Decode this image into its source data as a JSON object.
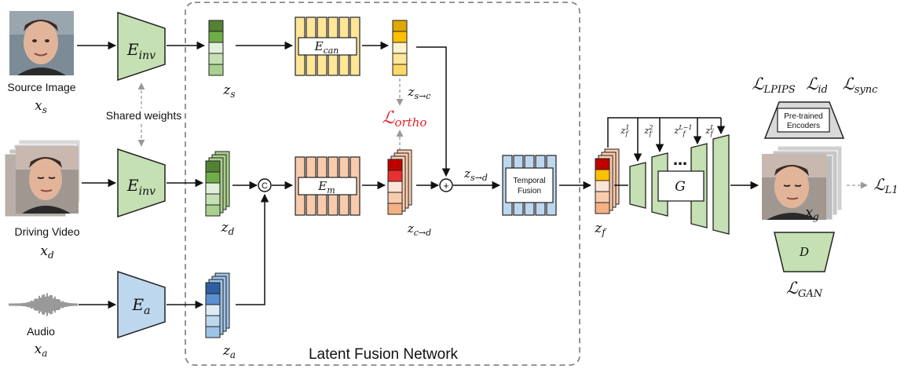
{
  "title": "Latent Fusion Network",
  "inputs": {
    "source": {
      "label": "Source Image",
      "var": "x",
      "sub": "s"
    },
    "driving": {
      "label": "Driving Video",
      "var": "x",
      "sub": "d"
    },
    "audio": {
      "label": "Audio",
      "var": "x",
      "sub": "a"
    }
  },
  "shared_weights": "Shared weights",
  "encoders": {
    "inv_top": {
      "main": "E",
      "sub": "inv"
    },
    "inv_mid": {
      "main": "E",
      "sub": "inv"
    },
    "audio": {
      "main": "E",
      "sub": "a"
    }
  },
  "latents": {
    "zs": {
      "main": "z",
      "sub": "s"
    },
    "zd": {
      "main": "z",
      "sub": "d"
    },
    "za": {
      "main": "z",
      "sub": "a"
    },
    "zsc": {
      "main": "z",
      "sub": "s→c"
    },
    "zcd": {
      "main": "z",
      "sub": "c→d"
    },
    "zsd": {
      "main": "z",
      "sub": "s→d"
    },
    "zf": {
      "main": "z",
      "sub": "f"
    }
  },
  "modules": {
    "ecan": {
      "main": "E",
      "sub": "can"
    },
    "em": {
      "main": "E",
      "sub": "m"
    },
    "temporal_line1": "Temporal",
    "temporal_line2": "Fusion",
    "generator": "G",
    "dots": "…",
    "discriminator": "D",
    "pretrained_line1": "Pre-trained",
    "pretrained_line2": "Encoders"
  },
  "ops": {
    "concat": "C",
    "add": "+"
  },
  "losses": {
    "ortho": {
      "main": "ℒ",
      "sub": "ortho",
      "color": "#e8202a"
    },
    "lpips": {
      "main": "ℒ",
      "sub": "LPIPS"
    },
    "id": {
      "main": "ℒ",
      "sub": "id"
    },
    "sync": {
      "main": "ℒ",
      "sub": "sync"
    },
    "gan": {
      "main": "ℒ",
      "sub": "GAN"
    },
    "l1": {
      "main": "ℒ",
      "sub": "L1"
    }
  },
  "gen_taps": [
    {
      "sub": "f",
      "sup": "1"
    },
    {
      "sub": "f",
      "sup": "2"
    },
    {
      "sub": "f",
      "sup": "L−1"
    },
    {
      "sub": "f",
      "sup": "L"
    }
  ],
  "output": {
    "var": "x",
    "sub": "g"
  },
  "colors": {
    "green_fill": "#c5e0b3",
    "green_stroke": "#3a6b28",
    "blue_fill": "#bdd7ee",
    "orange_fill": "#f8cbad",
    "yellow_fill": "#ffe699",
    "latent_green": "#70ad47",
    "latent_blue": "#2e5fa3",
    "latent_red": "#c00000",
    "latent_yellow": "#e0a800",
    "ortho_red": "#e8202a",
    "face_skin": "#e2b59b",
    "face_bg": "#7a8a96"
  }
}
